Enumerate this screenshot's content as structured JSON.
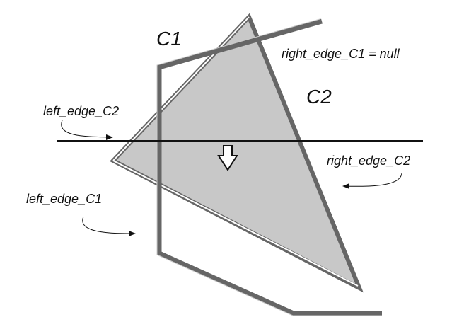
{
  "labels": {
    "c1": "C1",
    "c2": "C2",
    "right_edge_c1": "right_edge_C1 = null",
    "left_edge_c2": "left_edge_C2",
    "right_edge_c2": "right_edge_C2",
    "left_edge_c1": "left_edge_C1"
  },
  "colors": {
    "c1_stroke": "#666666",
    "c2_fill": "#c8c8c8",
    "c2_stroke": "#666666",
    "c2_inner_stroke": "#ffffff",
    "scanline": "#111111",
    "arrow": "#111111"
  }
}
